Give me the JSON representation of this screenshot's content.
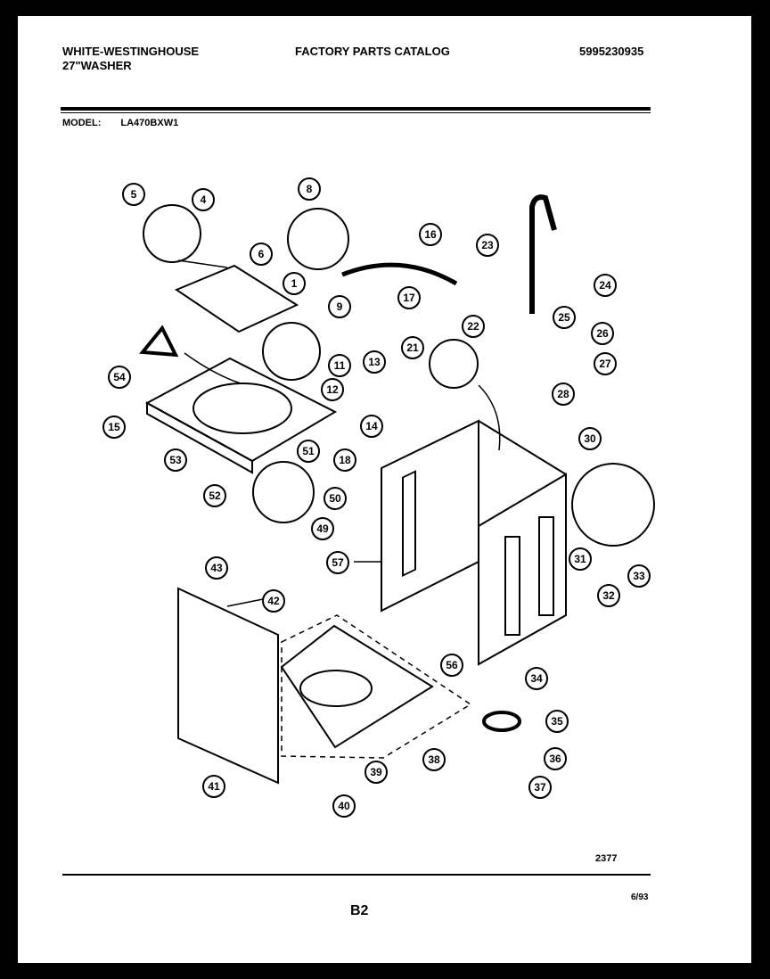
{
  "header": {
    "brand_line1": "WHITE-WESTINGHOUSE",
    "brand_line2": "27\"WASHER",
    "catalog_title": "FACTORY PARTS CATALOG",
    "doc_number": "5995230935"
  },
  "model": {
    "label": "MODEL:",
    "value": "LA470BXW1"
  },
  "callouts": [
    "1",
    "4",
    "5",
    "6",
    "8",
    "9",
    "11",
    "12",
    "13",
    "14",
    "15",
    "16",
    "17",
    "18",
    "21",
    "22",
    "23",
    "24",
    "25",
    "26",
    "27",
    "28",
    "30",
    "31",
    "32",
    "33",
    "34",
    "35",
    "36",
    "37",
    "38",
    "39",
    "40",
    "41",
    "42",
    "43",
    "49",
    "50",
    "51",
    "52",
    "53",
    "54",
    "56",
    "57"
  ],
  "footer": {
    "figure_number": "2377",
    "page": "B2",
    "date": "6/93"
  }
}
